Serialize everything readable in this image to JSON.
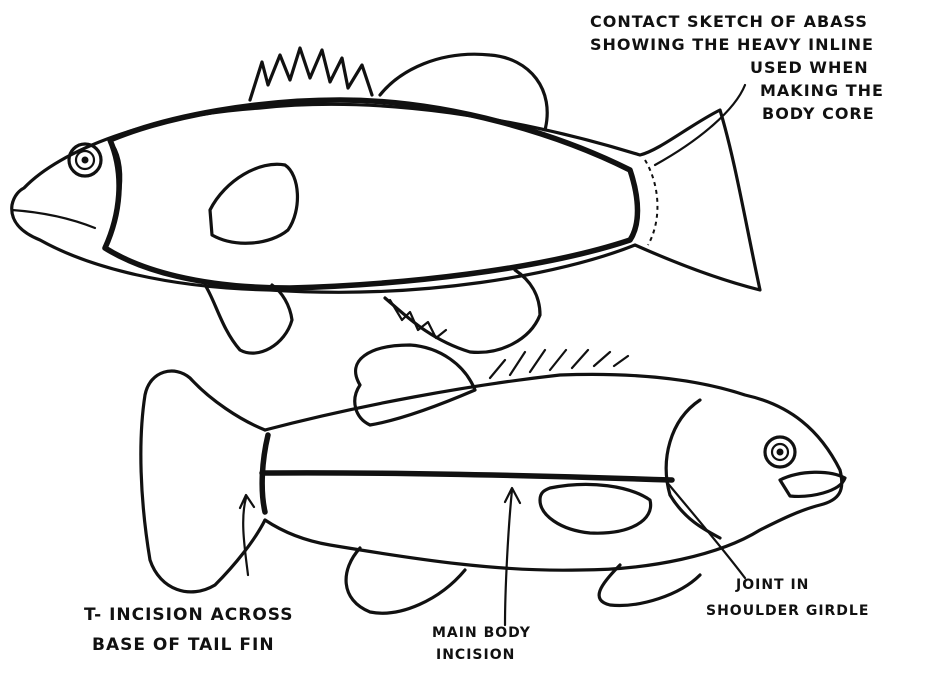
{
  "annotations": {
    "contact_sketch": {
      "lines": [
        "CONTACT SKETCH OF ABASS",
        "SHOWING THE HEAVY INLINE",
        "USED WHEN",
        "MAKING THE",
        "BODY CORE"
      ]
    },
    "t_incision": {
      "lines": [
        "T- INCISION ACROSS",
        "BASE OF TAIL FIN"
      ]
    },
    "main_body_incision": {
      "lines": [
        "MAIN BODY",
        "INCISION"
      ]
    },
    "joint": {
      "lines": [
        "JOINT IN",
        "SHOULDER GIRDLE"
      ]
    }
  }
}
